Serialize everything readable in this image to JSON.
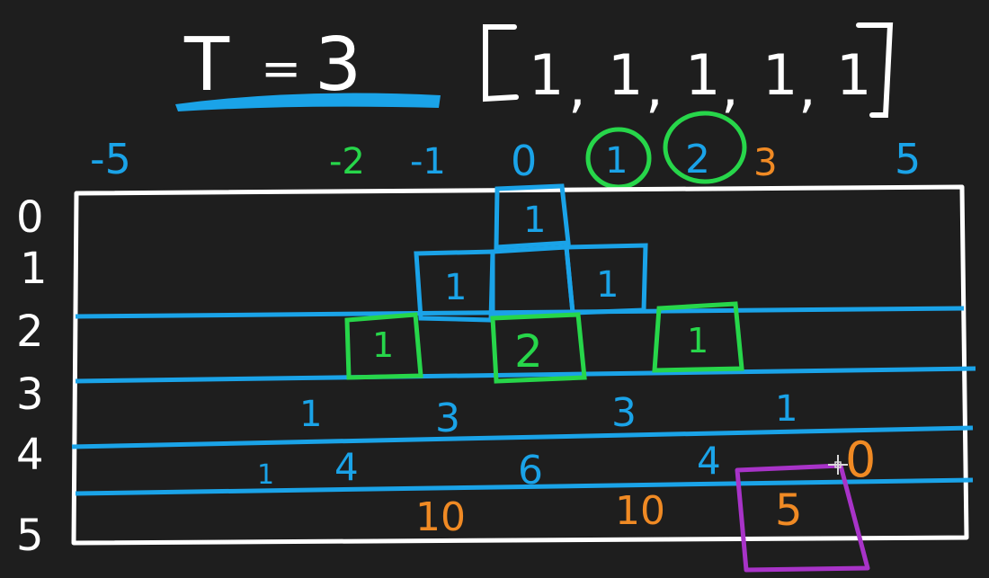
{
  "header": {
    "t_label": "T",
    "t_equals": "=",
    "t_value": "3",
    "array_open": "[",
    "array_close": "]",
    "array_values": [
      "1",
      "1",
      "1",
      "1",
      "1"
    ],
    "array_commas": [
      ",",
      ",",
      ",",
      ","
    ]
  },
  "columns": [
    "-5",
    "-2",
    "-1",
    "0",
    "1",
    "2",
    "3",
    "5"
  ],
  "rows": [
    "0",
    "1",
    "2",
    "3",
    "4",
    "5"
  ],
  "row0": [
    "1"
  ],
  "row1": [
    "1",
    "1"
  ],
  "row2": [
    "1",
    "2",
    "1"
  ],
  "row3": [
    "1",
    "3",
    "3",
    "1"
  ],
  "row4": [
    "1",
    "4",
    "6",
    "4",
    "0"
  ],
  "row5": [
    "10",
    "10",
    "5"
  ],
  "colors": {
    "background": "#1e1e1e",
    "white": "#ffffff",
    "blue": "#1aa3e8",
    "green": "#27d64a",
    "orange": "#f08a24",
    "purple": "#a833c8",
    "grey": "#d8d8d8"
  }
}
